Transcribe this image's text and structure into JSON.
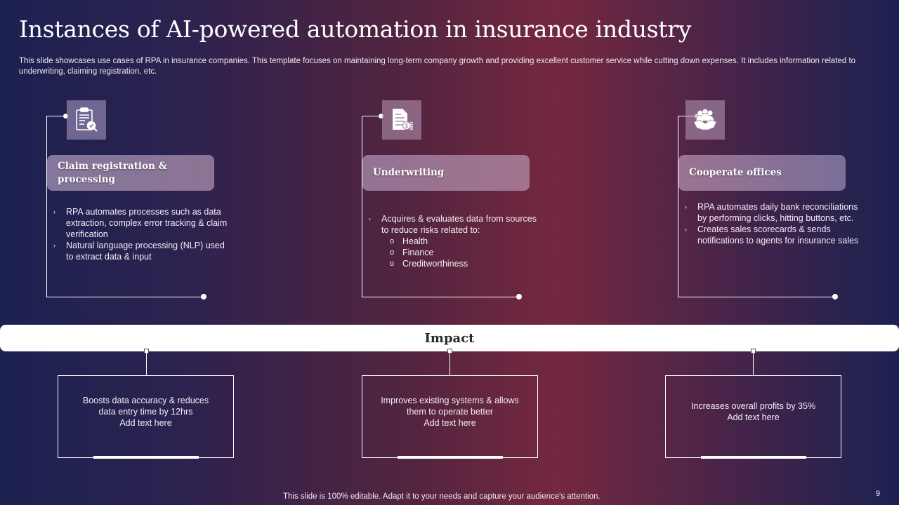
{
  "slide": {
    "title": "Instances of AI-powered automation in insurance industry",
    "subtitle": "This slide showcases use cases of RPA in insurance companies. This template focuses on maintaining long-term company growth and providing excellent customer service while cutting down expenses. It includes information related to underwriting, claiming registration, etc.",
    "footer": "This slide is 100% editable. Adapt it to your needs and capture your audience's attention.",
    "page_number": "9"
  },
  "cards": [
    {
      "icon": "clipboard-check-icon",
      "heading": "Claim registration & processing",
      "bullets": [
        {
          "text": "RPA automates processes such as data extraction, complex error tracking & claim verification",
          "level": 1
        },
        {
          "text": "Natural language processing (NLP) used to extract data & input",
          "level": 1
        }
      ]
    },
    {
      "icon": "document-dollar-icon",
      "heading": "Underwriting",
      "bullets": [
        {
          "text": "Acquires & evaluates  data from sources to reduce risks related to:",
          "level": 1
        },
        {
          "text": "Health",
          "level": 2
        },
        {
          "text": "Finance",
          "level": 2
        },
        {
          "text": "Creditworthiness",
          "level": 2
        }
      ]
    },
    {
      "icon": "handshake-team-icon",
      "heading": "Cooperate offices",
      "bullets": [
        {
          "text": "RPA automates daily bank reconciliations by performing  clicks, hitting buttons, etc.",
          "level": 1
        },
        {
          "text": "Creates sales scorecards & sends notifications to agents for insurance  sales",
          "level": 1
        }
      ]
    }
  ],
  "impact": {
    "label": "Impact",
    "boxes": [
      {
        "line1": "Boosts data accuracy & reduces data entry time by 12hrs",
        "line2": "Add text here"
      },
      {
        "line1": "Improves  existing systems & allows them to operate better",
        "line2": "Add text here"
      },
      {
        "line1": "Increases  overall  profits  by 35%",
        "line2": "Add text here"
      }
    ]
  },
  "bullet_glyphs": {
    "level1": "›",
    "level2": "o"
  }
}
